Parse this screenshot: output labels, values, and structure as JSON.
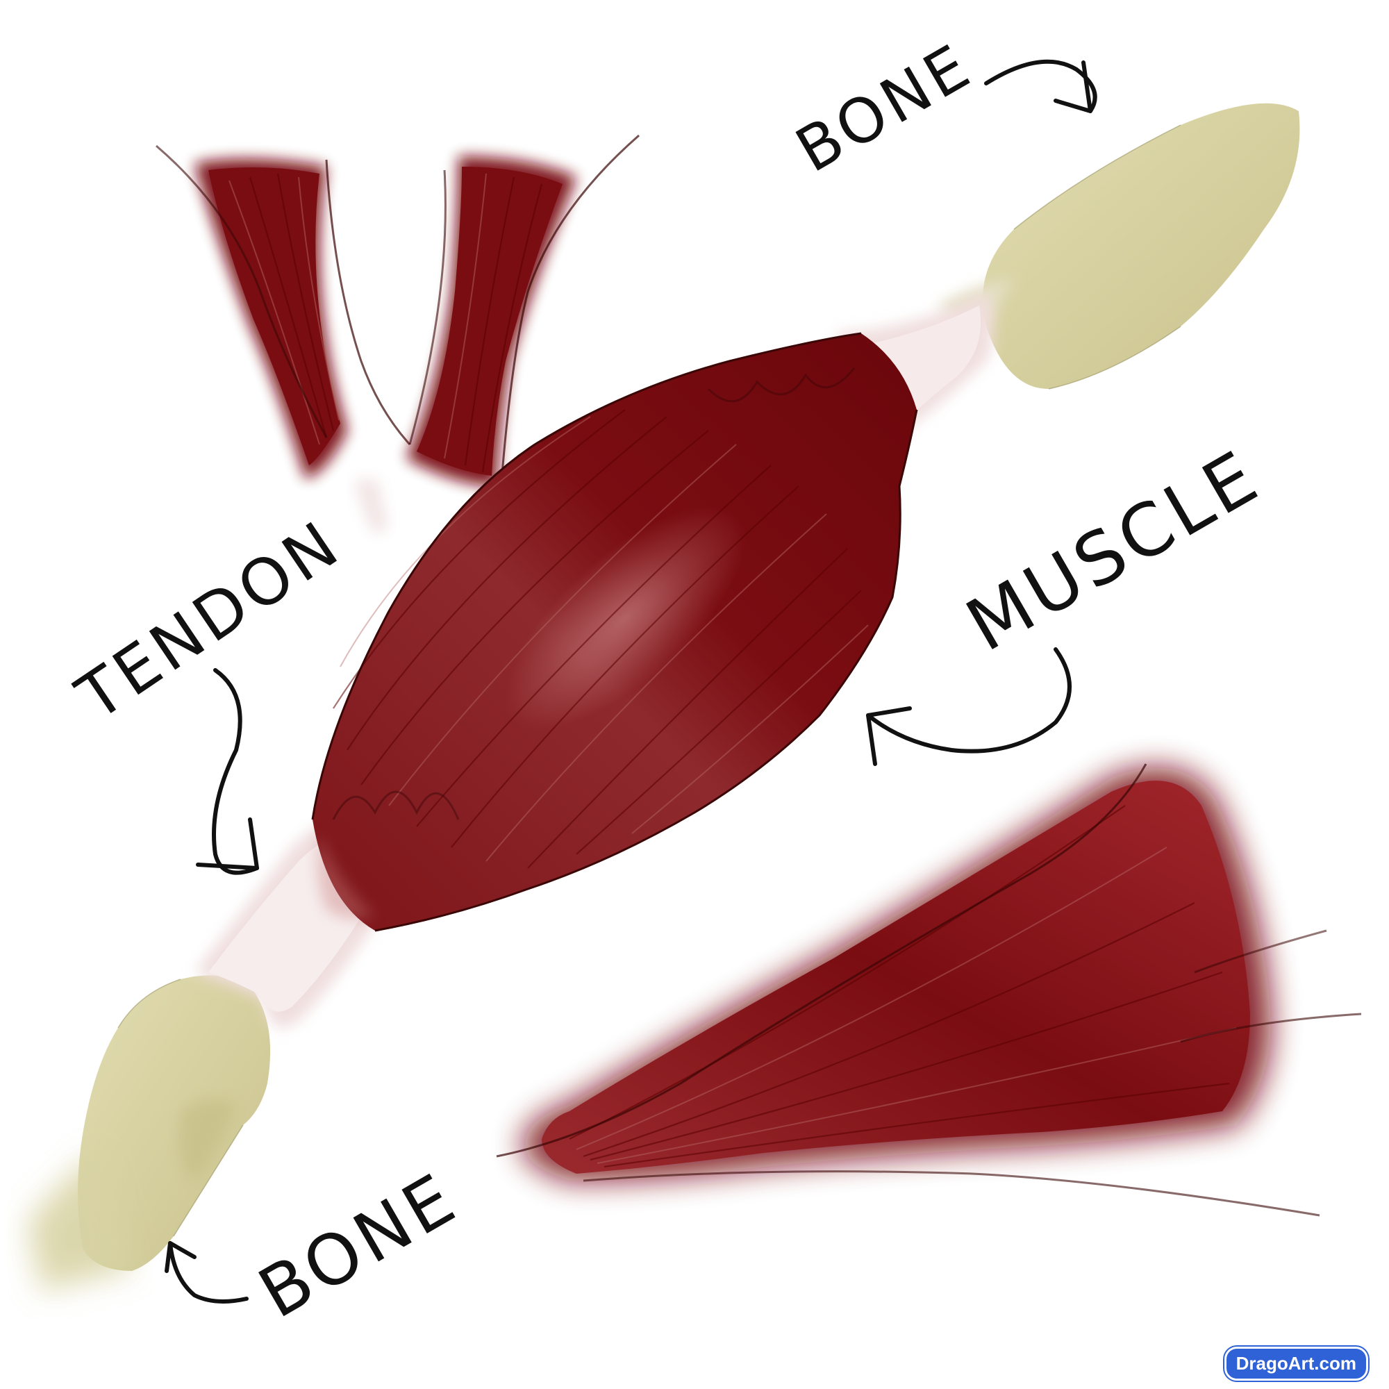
{
  "labels": {
    "bone_top": "BONE",
    "tendon": "TENDON",
    "muscle": "MUSCLE",
    "bone_bottom": "BONE"
  },
  "watermark": "DragoArt.com",
  "colors": {
    "muscle": "#7a0d12",
    "muscle_dark": "#5c0509",
    "bone": "#d8d3a4",
    "bone_shadow": "#bdb67c",
    "tendon": "#f2e4e4",
    "ink": "#111111"
  }
}
